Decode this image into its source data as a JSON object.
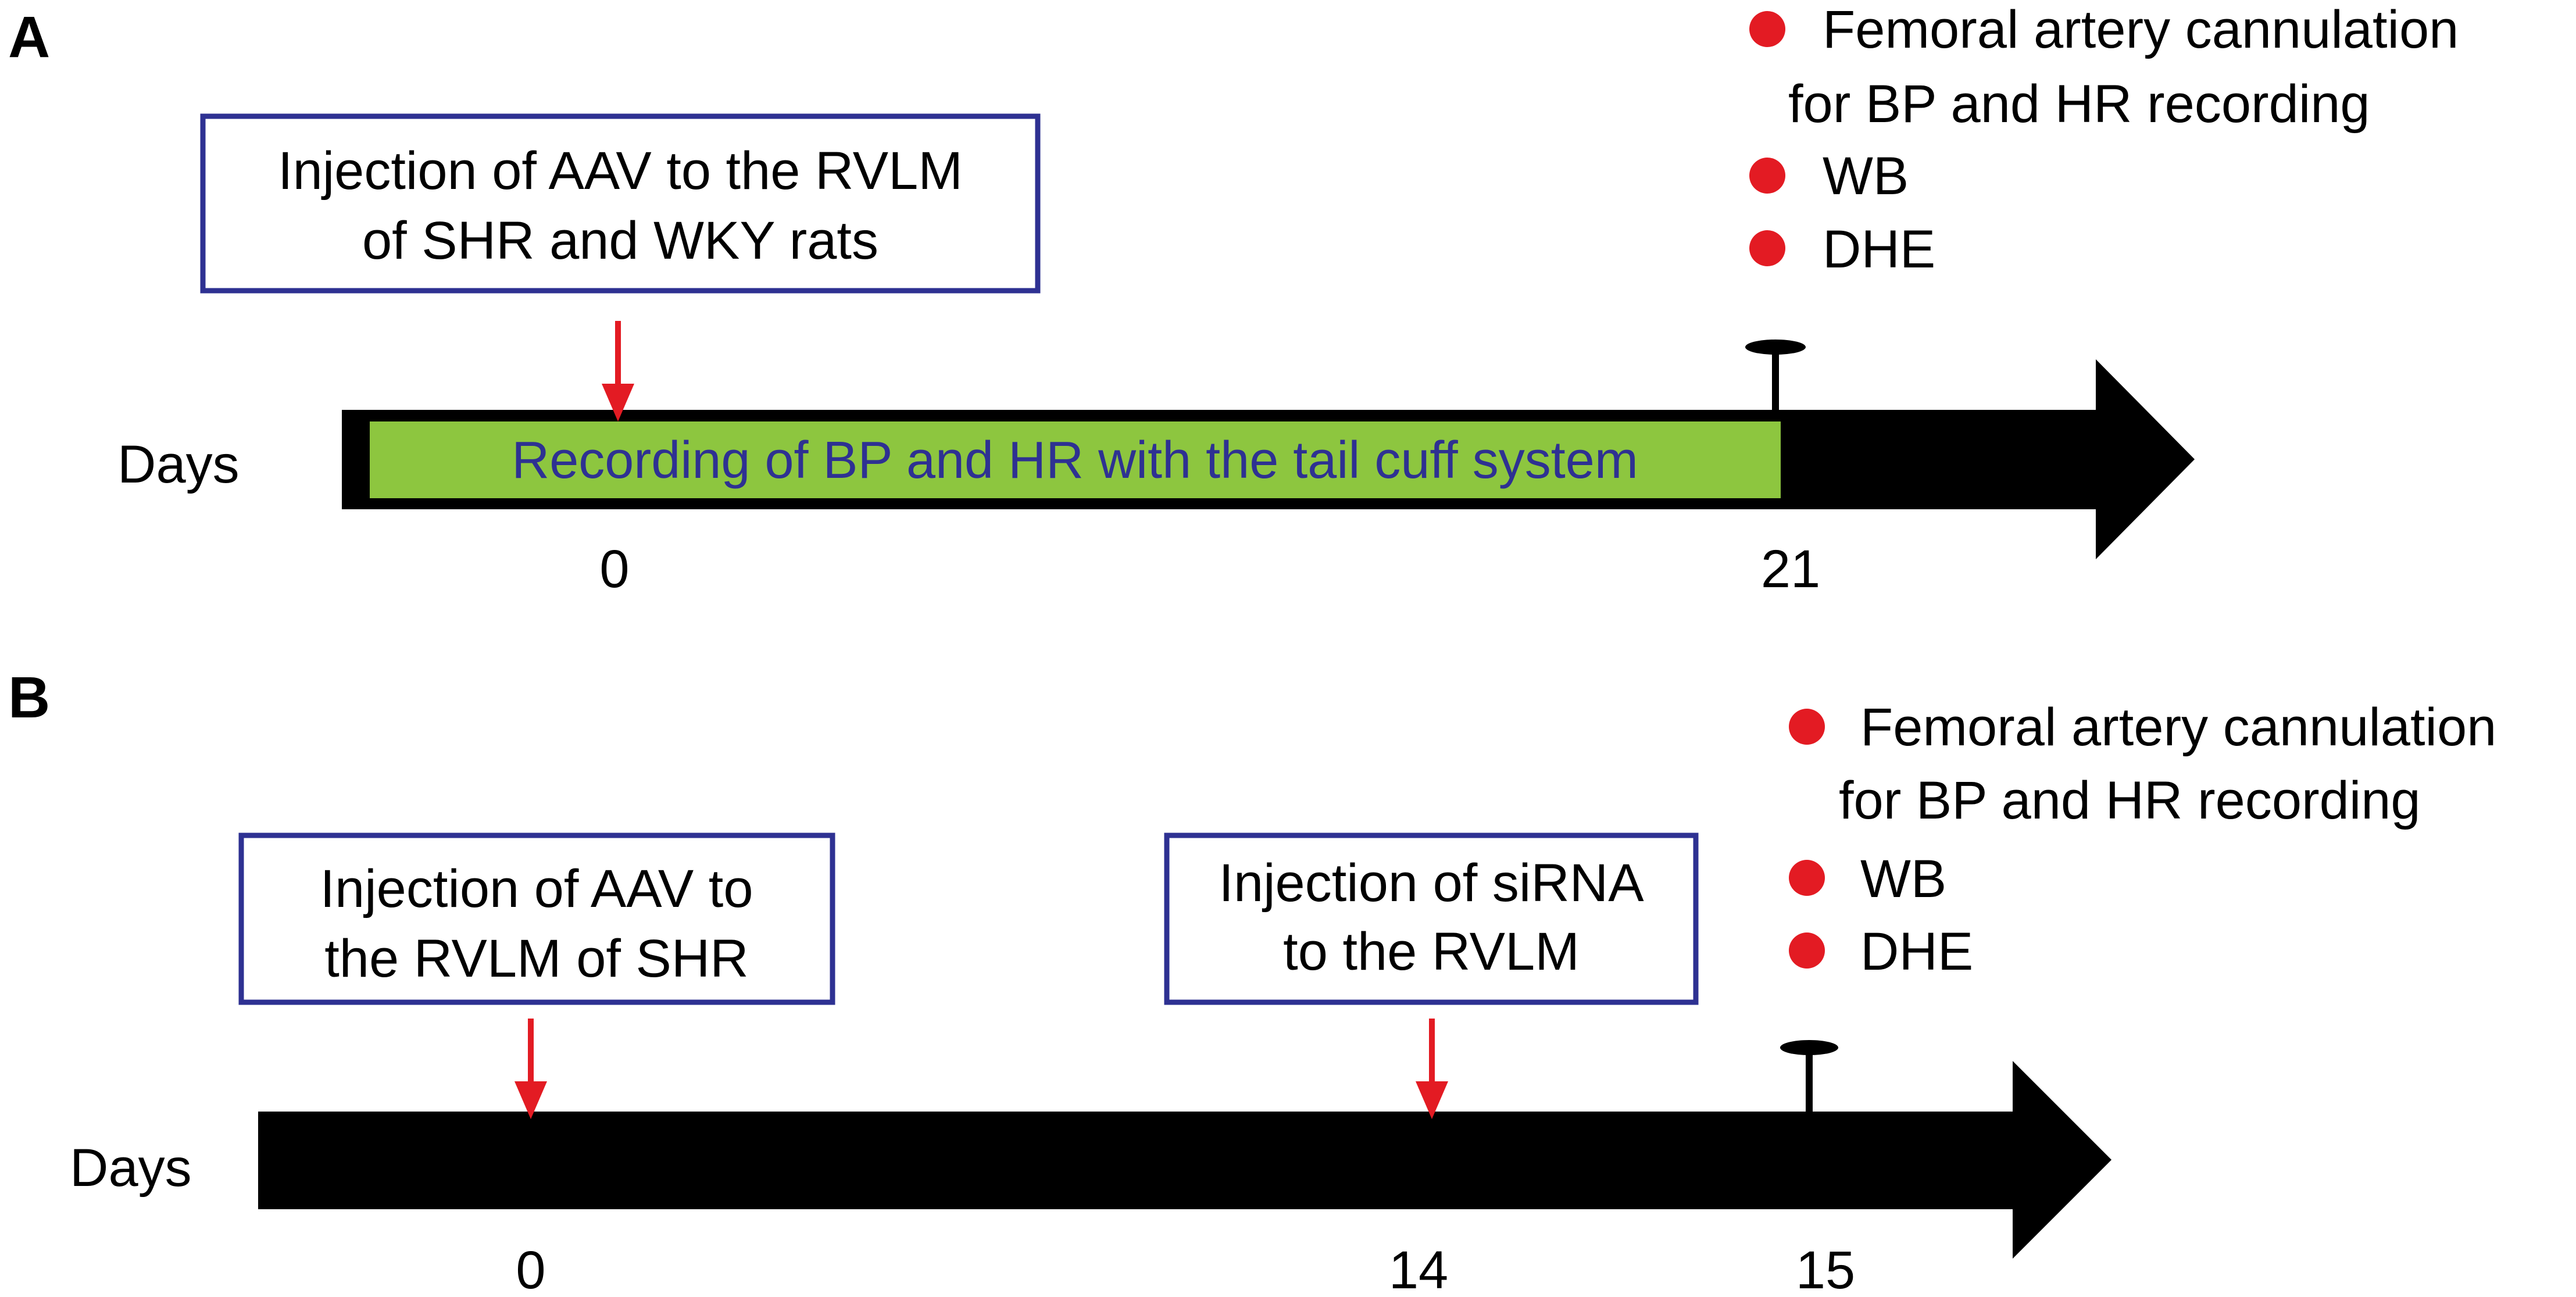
{
  "panels": [
    {
      "label": "A",
      "axis_label": "Days",
      "box": {
        "line1": "Injection of AAV to the RVLM",
        "line2": "of SHR and WKY rats"
      },
      "bar_text": "Recording of BP and HR with the tail cuff system",
      "ticks": [
        "0",
        "21"
      ],
      "bullets": [
        {
          "line1": "Femoral artery cannulation",
          "line2": "for BP and HR recording"
        },
        {
          "line1": "WB"
        },
        {
          "line1": "DHE"
        }
      ]
    },
    {
      "label": "B",
      "axis_label": "Days",
      "box1": {
        "line1": "Injection of AAV to",
        "line2": "the RVLM of SHR"
      },
      "box2": {
        "line1": "Injection of siRNA",
        "line2": "to the RVLM"
      },
      "ticks": [
        "0",
        "14",
        "15"
      ],
      "bullets": [
        {
          "line1": "Femoral artery cannulation",
          "line2": "for BP and HR recording"
        },
        {
          "line1": "WB"
        },
        {
          "line1": "DHE"
        }
      ]
    }
  ],
  "colors": {
    "box_border": "#2E3192",
    "bar_fill": "#8DC63F",
    "bar_text": "#2E3192",
    "marker": "#E31B23",
    "timeline": "#000000"
  }
}
